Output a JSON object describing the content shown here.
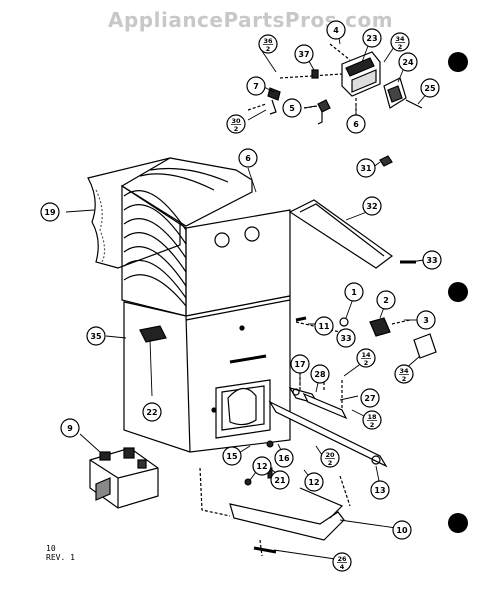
{
  "watermark": "AppliancePartsPros.com",
  "rev_note": {
    "line1": "10",
    "line2": "REV. 1"
  },
  "callouts": [
    {
      "id": "c36",
      "top": "36",
      "bottom": "2"
    },
    {
      "id": "c37",
      "top": "37"
    },
    {
      "id": "c4",
      "top": "4"
    },
    {
      "id": "c23",
      "top": "23"
    },
    {
      "id": "c34",
      "top": "34",
      "bottom": "2"
    },
    {
      "id": "c24",
      "top": "24"
    },
    {
      "id": "c7",
      "top": "7"
    },
    {
      "id": "c25",
      "top": "25"
    },
    {
      "id": "c5",
      "top": "5"
    },
    {
      "id": "c30",
      "top": "30",
      "bottom": "2"
    },
    {
      "id": "c6a",
      "top": "6"
    },
    {
      "id": "c6b",
      "top": "6"
    },
    {
      "id": "c31",
      "top": "31"
    },
    {
      "id": "c19",
      "top": "19"
    },
    {
      "id": "c32",
      "top": "32"
    },
    {
      "id": "c33a",
      "top": "33"
    },
    {
      "id": "c35",
      "top": "35"
    },
    {
      "id": "c1",
      "top": "1"
    },
    {
      "id": "c2",
      "top": "2"
    },
    {
      "id": "c3",
      "top": "3"
    },
    {
      "id": "c11",
      "top": "11"
    },
    {
      "id": "c33b",
      "top": "33"
    },
    {
      "id": "c17",
      "top": "17"
    },
    {
      "id": "c28",
      "top": "28"
    },
    {
      "id": "c14",
      "top": "14",
      "bottom": "2"
    },
    {
      "id": "c34b",
      "top": "34",
      "bottom": "2"
    },
    {
      "id": "c27",
      "top": "27"
    },
    {
      "id": "c18",
      "top": "18",
      "bottom": "2"
    },
    {
      "id": "c22",
      "top": "22"
    },
    {
      "id": "c9",
      "top": "9"
    },
    {
      "id": "c15",
      "top": "15"
    },
    {
      "id": "c16",
      "top": "16"
    },
    {
      "id": "c20",
      "top": "20",
      "bottom": "2"
    },
    {
      "id": "c12a",
      "top": "12"
    },
    {
      "id": "c21",
      "top": "21"
    },
    {
      "id": "c12b",
      "top": "12"
    },
    {
      "id": "c13",
      "top": "13"
    },
    {
      "id": "c10",
      "top": "10"
    },
    {
      "id": "c26",
      "top": "26",
      "bottom": "4"
    }
  ]
}
